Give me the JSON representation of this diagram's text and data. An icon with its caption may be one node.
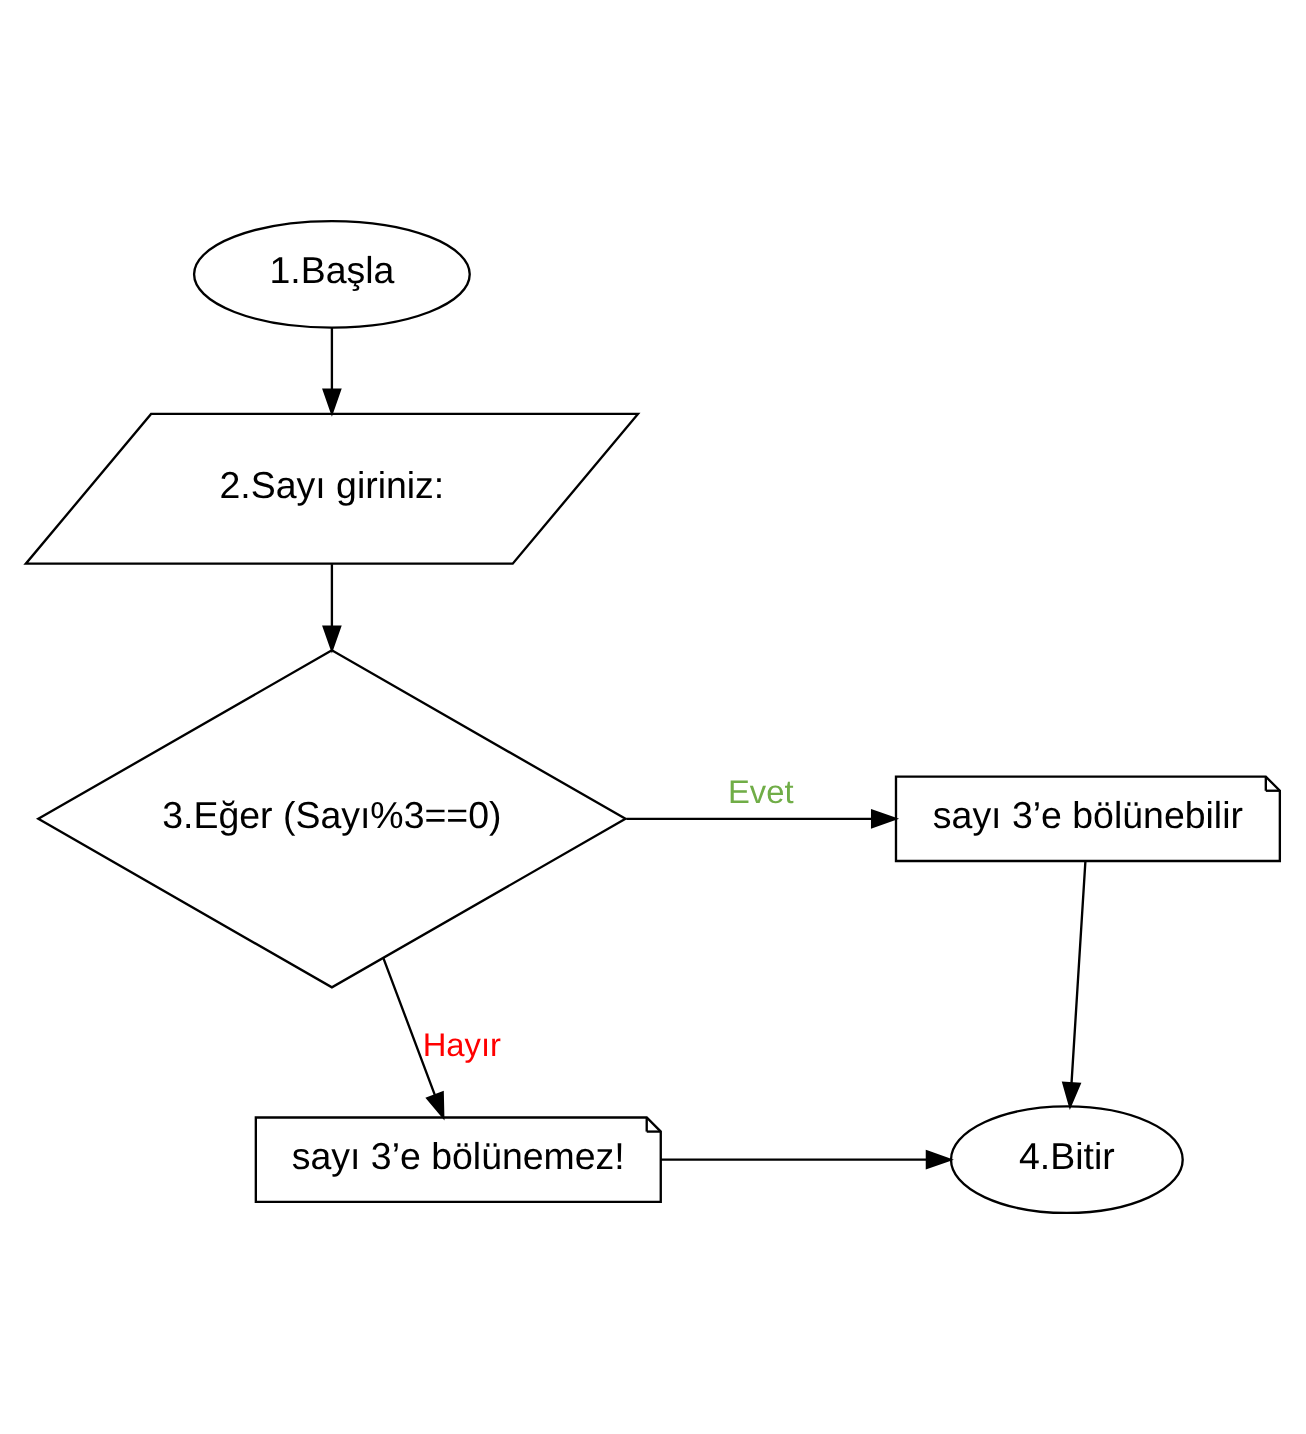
{
  "diagram": {
    "nodes": [
      {
        "text": [
          "1.Başla"
        ]
      },
      {
        "text": [
          "2.Sayı giriniz:"
        ]
      },
      {
        "text": [
          "3.Eğer (Sayı%3==0)"
        ]
      },
      {
        "text": [
          "sayı 3’e bölünebilir"
        ]
      },
      {
        "text": [
          "sayı 3’e bölünemez!"
        ]
      },
      {
        "text": [
          "4.Bitir"
        ]
      }
    ],
    "edges": [
      {
        "from": 0,
        "to": 1,
        "arrow": "to"
      },
      {
        "from": 1,
        "to": 2,
        "arrow": "to"
      },
      {
        "from": 2,
        "to": 3,
        "arrow": "to",
        "label": "Evet"
      },
      {
        "from": 2,
        "to": 4,
        "arrow": "to",
        "label": "Hayır"
      },
      {
        "from": 3,
        "to": 5,
        "arrow": "to"
      },
      {
        "from": 4,
        "to": 5,
        "arrow": "to"
      }
    ]
  }
}
